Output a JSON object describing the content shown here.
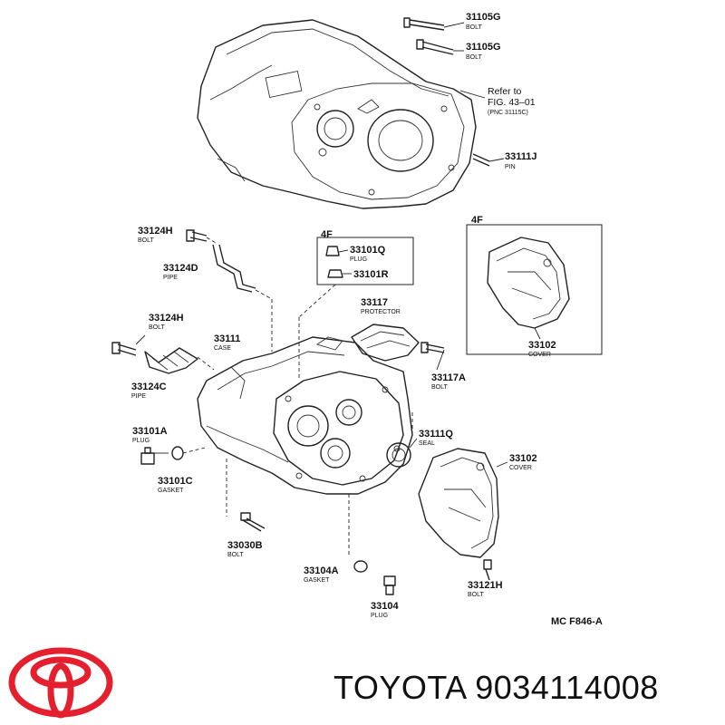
{
  "diagram": {
    "callouts": {
      "bolt_31105g_a": {
        "num": "31105G",
        "name": "BOLT"
      },
      "bolt_31105g_b": {
        "num": "31105G",
        "name": "BOLT"
      },
      "refer": {
        "line1": "Refer to",
        "line2": "FIG. 43–01",
        "line3": "(PNC 31115C)"
      },
      "pin_33111j": {
        "num": "33111J",
        "name": "PIN"
      },
      "bolt_33124h_a": {
        "num": "33124H",
        "name": "BOLT"
      },
      "pipe_33124d": {
        "num": "33124D",
        "name": "PIPE"
      },
      "variant_4f_a": {
        "label": "4F"
      },
      "plug_33101q": {
        "num": "33101Q",
        "name": "PLUG"
      },
      "part_33101r": {
        "num": "33101R"
      },
      "variant_4f_b": {
        "label": "4F"
      },
      "cover_33102_a": {
        "num": "33102",
        "name": "COVER"
      },
      "bolt_33124h_b": {
        "num": "33124H",
        "name": "BOLT"
      },
      "case_33111": {
        "num": "33111",
        "name": "CASE"
      },
      "protector_33117": {
        "num": "33117",
        "name": "PROTECTOR"
      },
      "bolt_33117a": {
        "num": "33117A",
        "name": "BOLT"
      },
      "pipe_33124c": {
        "num": "33124C",
        "name": "PIPE"
      },
      "seal_33111q": {
        "num": "33111Q",
        "name": "SEAL"
      },
      "plug_33101a": {
        "num": "33101A",
        "name": "PLUG"
      },
      "cover_33102_b": {
        "num": "33102",
        "name": "COVER"
      },
      "gasket_33101c": {
        "num": "33101C",
        "name": "GASKET"
      },
      "bolt_33030b": {
        "num": "33030B",
        "name": "BOLT"
      },
      "gasket_33104a": {
        "num": "33104A",
        "name": "GASKET"
      },
      "bolt_33121h": {
        "num": "33121H",
        "name": "BOLT"
      },
      "plug_33104": {
        "num": "33104",
        "name": "PLUG"
      }
    },
    "figure_code": "MC F846-A"
  },
  "brand": {
    "name": "TOYOTA",
    "part_number": "9034114008",
    "logo_color": "#e5202e"
  }
}
